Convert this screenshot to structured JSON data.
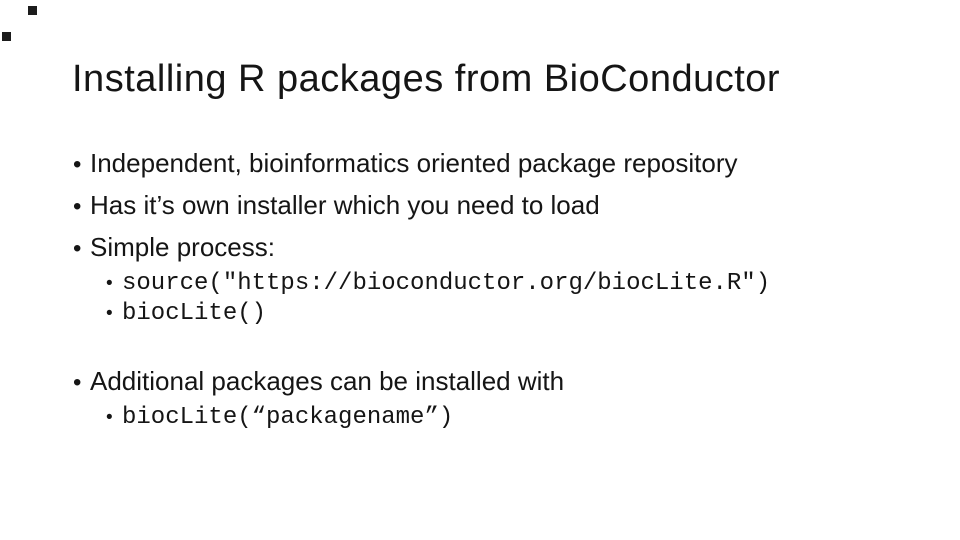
{
  "slide": {
    "title": "Installing R packages from BioConductor",
    "bullet_glyph": "•",
    "colors": {
      "background": "#ffffff",
      "text": "#151515"
    },
    "items": [
      {
        "level": 1,
        "kind": "text",
        "text": "Independent, bioinformatics oriented package repository"
      },
      {
        "level": 1,
        "kind": "text",
        "text": "Has it’s own installer which you need to load"
      },
      {
        "level": 1,
        "kind": "text",
        "text": "Simple process:"
      },
      {
        "level": 2,
        "kind": "code",
        "text": "source(\"https://bioconductor.org/biocLite.R\")"
      },
      {
        "level": 2,
        "kind": "code",
        "text": "biocLite()"
      },
      {
        "level": 1,
        "kind": "text",
        "text": "Additional packages can be installed with"
      },
      {
        "level": 2,
        "kind": "code",
        "text": "biocLite(“packagename”)"
      }
    ]
  }
}
